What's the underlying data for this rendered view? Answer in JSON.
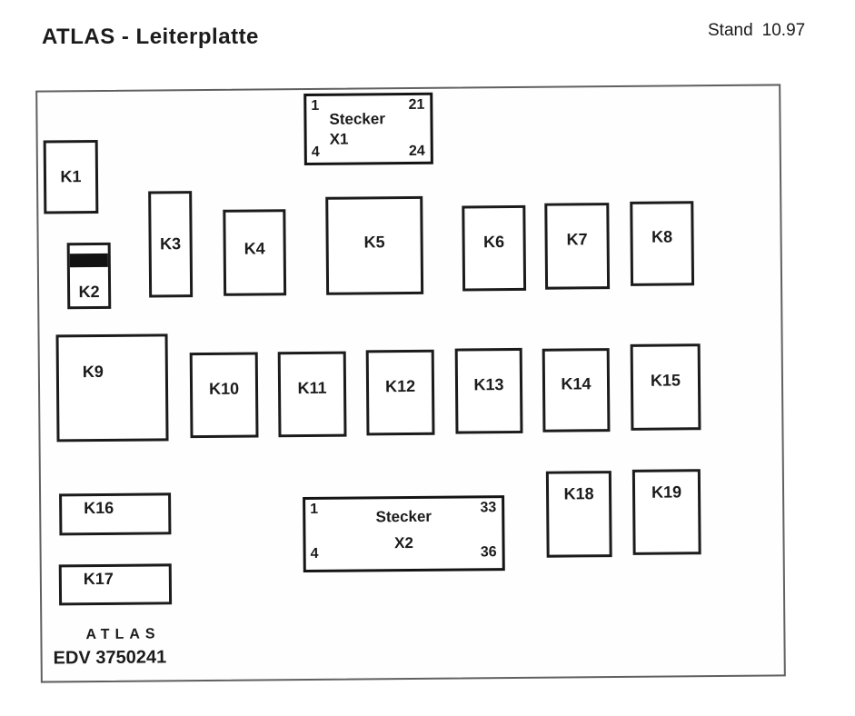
{
  "colors": {
    "ink": "#1b1b1b",
    "board_outline": "#606060",
    "k2_band": "#121212",
    "background": "#ffffff"
  },
  "header": {
    "title": "ATLAS - Leiterplatte",
    "revision_label": "Stand",
    "revision_value": "10.97"
  },
  "board": {
    "connectors": [
      {
        "name": "Stecker",
        "designator": "X1",
        "pins": {
          "top_left": "1",
          "top_right": "21",
          "bottom_left": "4",
          "bottom_right": "24"
        }
      },
      {
        "name": "Stecker",
        "designator": "X2",
        "pins": {
          "top_left": "1",
          "top_right": "33",
          "bottom_left": "4",
          "bottom_right": "36"
        }
      }
    ],
    "components": [
      {
        "label": "K1"
      },
      {
        "label": "K2"
      },
      {
        "label": "K3"
      },
      {
        "label": "K4"
      },
      {
        "label": "K5"
      },
      {
        "label": "K6"
      },
      {
        "label": "K7"
      },
      {
        "label": "K8"
      },
      {
        "label": "K9"
      },
      {
        "label": "K10"
      },
      {
        "label": "K11"
      },
      {
        "label": "K12"
      },
      {
        "label": "K13"
      },
      {
        "label": "K14"
      },
      {
        "label": "K15"
      },
      {
        "label": "K16"
      },
      {
        "label": "K17"
      },
      {
        "label": "K18"
      },
      {
        "label": "K19"
      }
    ],
    "footer": {
      "brand": "ATLAS",
      "code": "EDV 3750241"
    }
  }
}
